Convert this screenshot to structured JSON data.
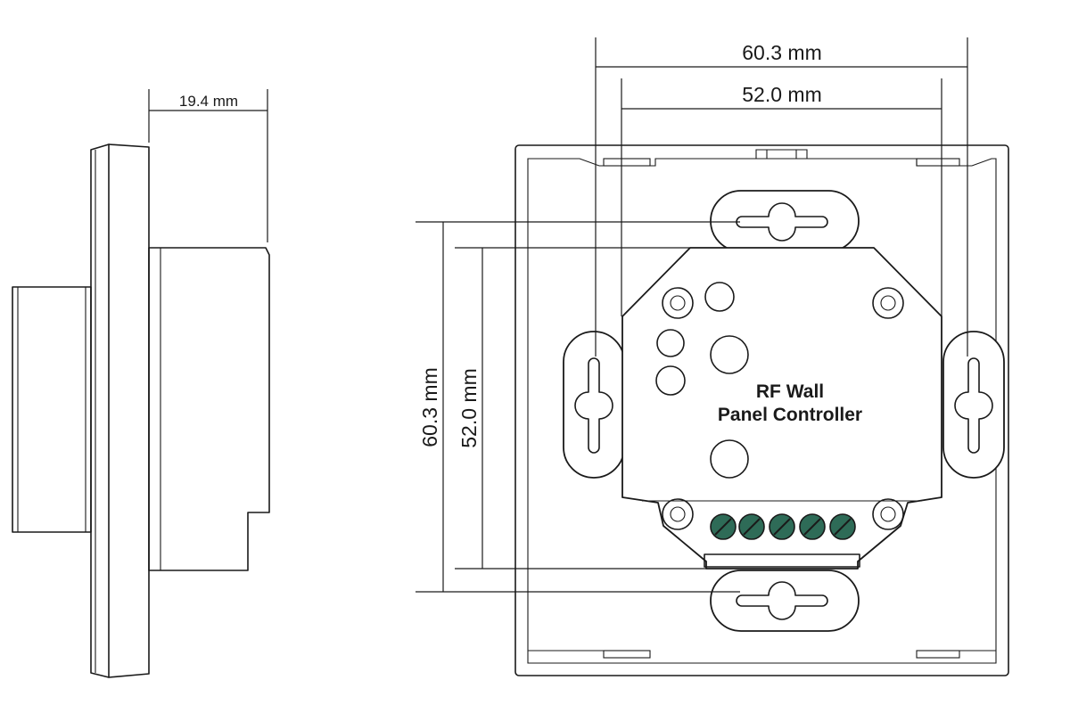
{
  "side_view": {
    "depth_label": "19.4 mm"
  },
  "front_view": {
    "outer_width_label": "60.3 mm",
    "inner_width_label": "52.0 mm",
    "outer_height_label": "60.3 mm",
    "inner_height_label": "52.0 mm",
    "product_label_line1": "RF Wall",
    "product_label_line2": "Panel Controller"
  },
  "colors": {
    "line": "#1a1a1a",
    "terminal": "#2e6b57",
    "background": "#ffffff"
  }
}
